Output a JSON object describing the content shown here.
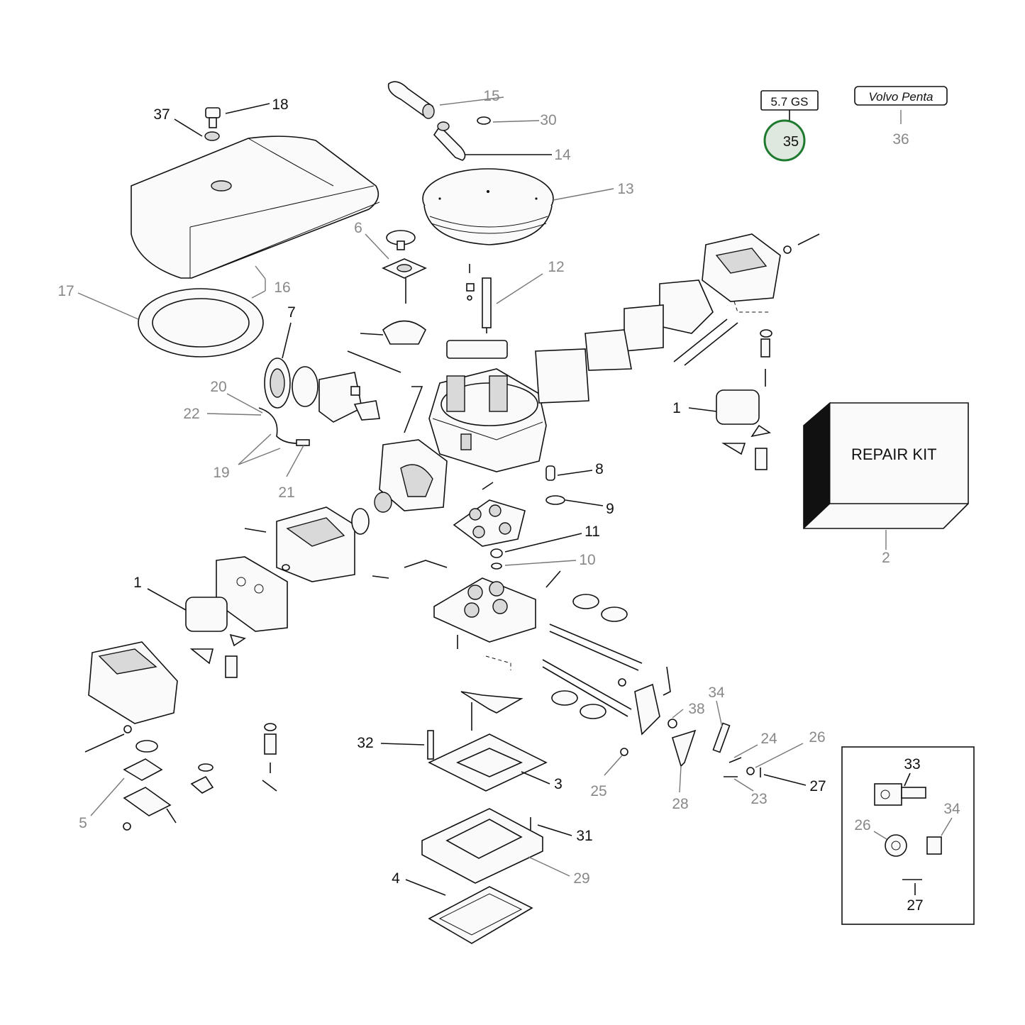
{
  "badge_model": "5.7 GS",
  "badge_brand": "Volvo Penta",
  "repair_kit": "REPAIR KIT",
  "callouts": {
    "c1a": "1",
    "c1b": "1",
    "c2": "2",
    "c3": "3",
    "c4": "4",
    "c5": "5",
    "c6": "6",
    "c7": "7",
    "c8": "8",
    "c9": "9",
    "c10": "10",
    "c11": "11",
    "c12": "12",
    "c13": "13",
    "c14": "14",
    "c15": "15",
    "c16": "16",
    "c17": "17",
    "c18": "18",
    "c19": "19",
    "c20": "20",
    "c21": "21",
    "c22": "22",
    "c23": "23",
    "c24": "24",
    "c25": "25",
    "c26": "26",
    "c27": "27",
    "c28": "28",
    "c29": "29",
    "c30": "30",
    "c31": "31",
    "c32": "32",
    "c34": "34",
    "c35": "35",
    "c36": "36",
    "c37": "37",
    "c38": "38"
  },
  "inset_callouts": {
    "c33": "33",
    "c34": "34",
    "c26": "26",
    "c27": "27"
  },
  "colors": {
    "highlight_ring": "#1e7a2e",
    "highlight_fill": "#dfe8df",
    "grey_label": "#888888"
  }
}
